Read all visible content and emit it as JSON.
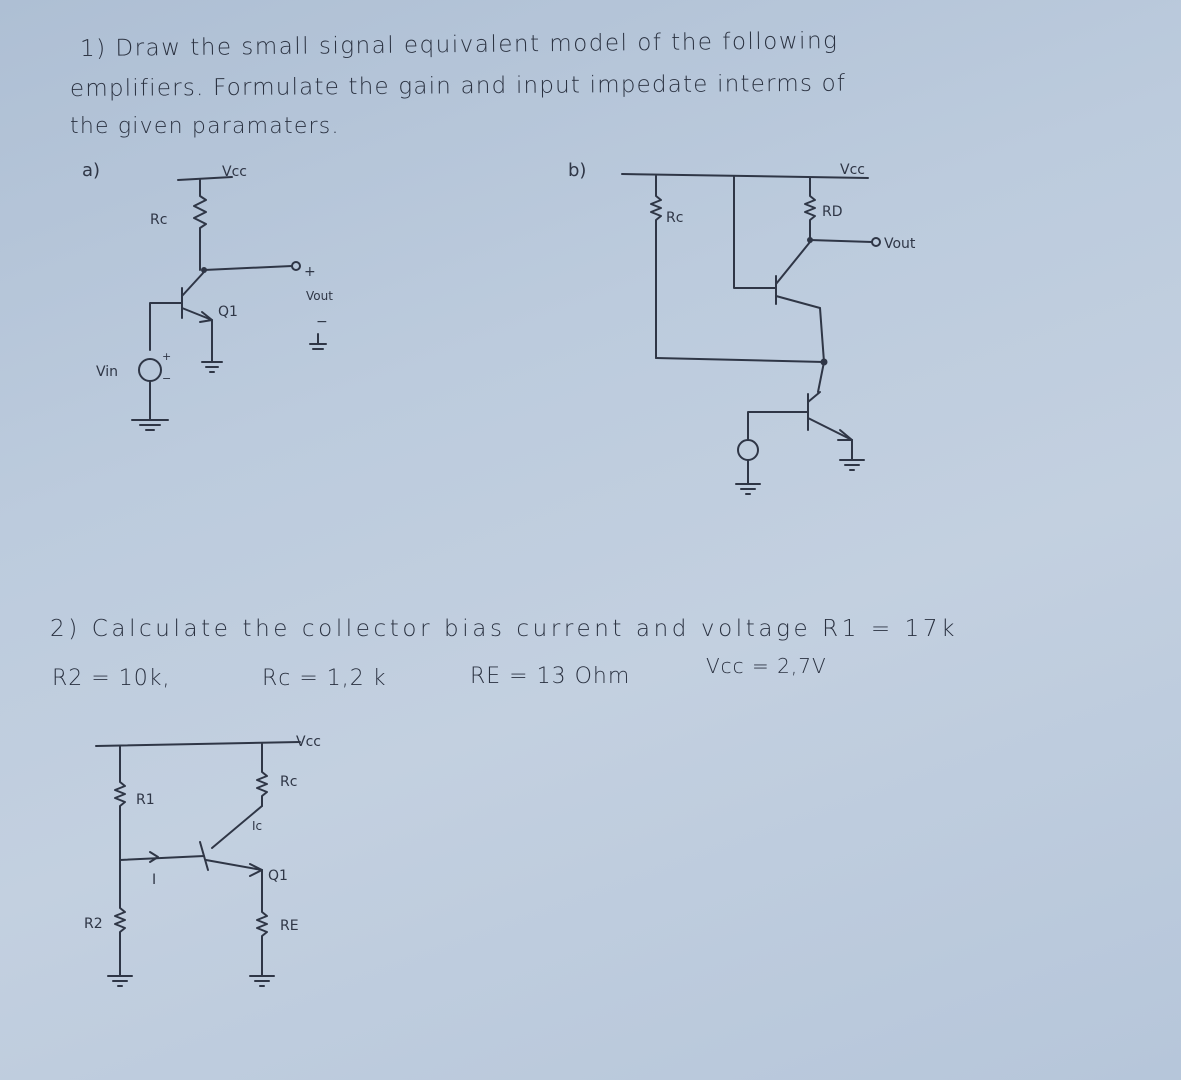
{
  "problem1": {
    "line1": "1) Draw the small signal equivalent model of the following",
    "line2": "emplifiers. Formulate the gain and input impedate interms of",
    "line3": "the given paramaters."
  },
  "circuit_a": {
    "label": "a)",
    "vcc": "Vcc",
    "rc": "Rc",
    "q1": "Q1",
    "vout_plus": "+",
    "vout": "Vout",
    "vout_minus": "−",
    "vin": "Vin",
    "src_plus": "+",
    "src_minus": "−"
  },
  "circuit_b": {
    "label": "b)",
    "vcc": "Vcc",
    "rc": "Rc",
    "rd": "RD",
    "vout": "Vout"
  },
  "problem2": {
    "line1": "2) Calculate the collector bias current and voltage R1 = 17k",
    "r2": "R2 = 10k,",
    "rc": "Rc = 1,2 k",
    "re": "RE = 13 Ohm",
    "vcc": "Vcc = 2,7V"
  },
  "circuit_2": {
    "vcc": "Vcc",
    "rc": "Rc",
    "ic": "Ic",
    "r1": "R1",
    "r2": "R2",
    "i": "I",
    "q1": "Q1",
    "re": "RE"
  },
  "colors": {
    "paper": "#bccbdd",
    "ink": "#2f3646"
  }
}
